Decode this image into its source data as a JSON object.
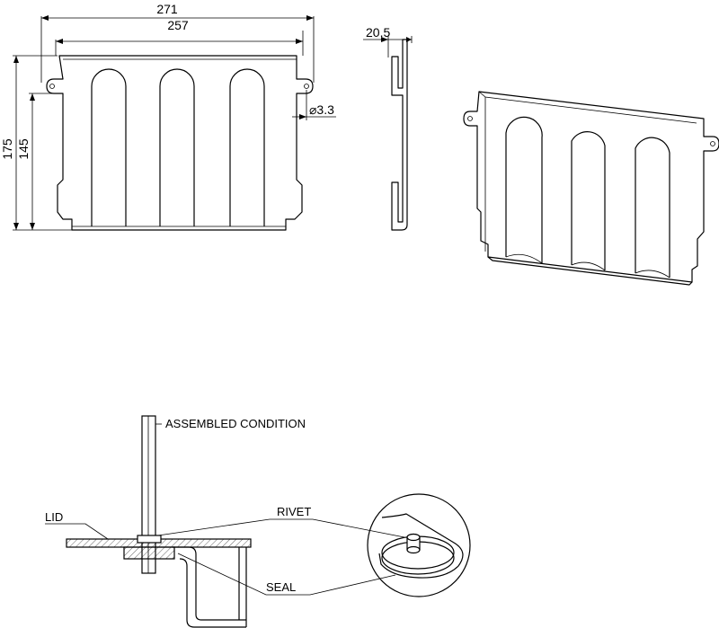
{
  "dimensions": {
    "overall_width": "271",
    "inner_width": "257",
    "overall_height": "175",
    "inner_height": "145",
    "depth": "20.5",
    "hole_diameter": "⌀3.3"
  },
  "callouts": {
    "assembled_condition": "ASSEMBLED CONDITION",
    "lid": "LID",
    "rivet": "RIVET",
    "seal": "SEAL"
  }
}
